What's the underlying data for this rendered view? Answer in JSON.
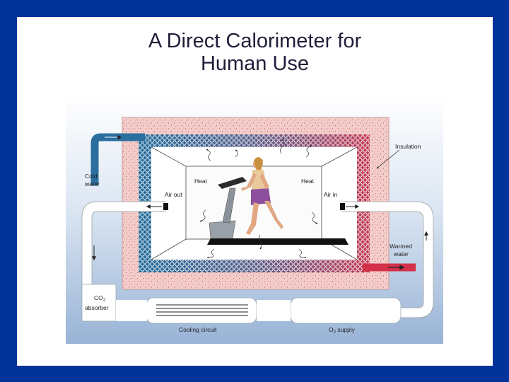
{
  "slide": {
    "title_line1": "A Direct Calorimeter for",
    "title_line2": "Human Use"
  },
  "labels": {
    "insulation": "Insulation",
    "cold_water_1": "Cold",
    "cold_water_2": "water",
    "heat_left": "Heat",
    "heat_right": "Heat",
    "air_out": "Air out",
    "air_in": "Air in",
    "warmed_water_1": "Warmed",
    "warmed_water_2": "water",
    "co2_absorber_1": "CO",
    "co2_absorber_sub": "2",
    "co2_absorber_2": "absorber",
    "cooling_circuit": "Cooling circuit",
    "o2_supply_1": "O",
    "o2_supply_sub": "2",
    "o2_supply_2": " supply"
  },
  "colors": {
    "background": "#003399",
    "slide": "#ffffff",
    "insulation": "#f3c9c6",
    "cold_pipe": "#2a6f9e",
    "warm_pipe": "#d3324a"
  }
}
